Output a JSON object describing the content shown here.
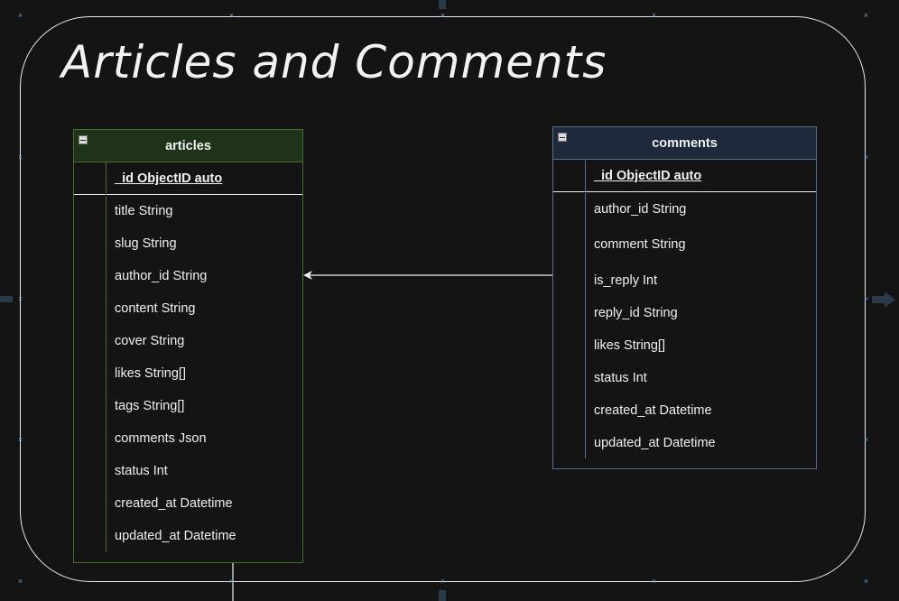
{
  "title": "Articles and Comments",
  "tables": {
    "articles": {
      "name": "articles",
      "primary_key": "_id ObjectID auto",
      "fields": [
        "title String",
        "slug String",
        "author_id String",
        "content String",
        "cover String",
        "likes String[]",
        "tags String[]",
        "comments Json",
        "status Int",
        "created_at Datetime",
        "updated_at Datetime"
      ]
    },
    "comments": {
      "name": "comments",
      "primary_key": "_id ObjectID auto",
      "fields": [
        "author_id String",
        "comment String",
        "is_reply Int",
        "reply_id String",
        "likes String[]",
        "status Int",
        "created_at Datetime",
        "updated_at Datetime"
      ]
    }
  },
  "relationships": [
    {
      "from": "comments",
      "to": "articles.author_id"
    }
  ],
  "colors": {
    "background": "#141414",
    "articles_header": "#1f3318",
    "articles_border": "#4a6b2a",
    "comments_header": "#1e2a3c",
    "comments_border": "#5a6e8c",
    "handles": "#5aa0d8"
  }
}
